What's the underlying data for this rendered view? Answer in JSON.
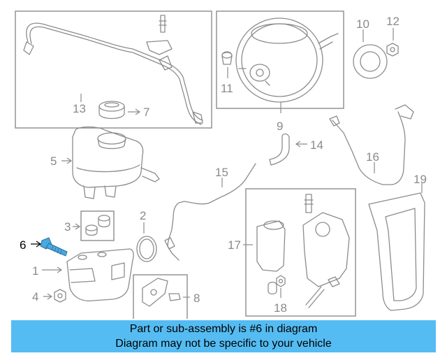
{
  "callouts": {
    "c1": "1",
    "c2": "2",
    "c3": "3",
    "c4": "4",
    "c5": "5",
    "c6": "6",
    "c7": "7",
    "c8": "8",
    "c9": "9",
    "c10": "10",
    "c11": "11",
    "c12": "12",
    "c13": "13",
    "c14": "14",
    "c15": "15",
    "c16": "16",
    "c17": "17",
    "c18": "18",
    "c19": "19"
  },
  "highlighted_part": "6",
  "colors": {
    "banner": "#54bcf2",
    "highlight_part": "#4aa8e0",
    "line_art": "#8c8c8c",
    "callout_text": "#8a8a8a"
  },
  "banner": {
    "line1": "Part or sub-assembly is #6 in diagram",
    "line2": "Diagram may not be specific to your vehicle"
  }
}
